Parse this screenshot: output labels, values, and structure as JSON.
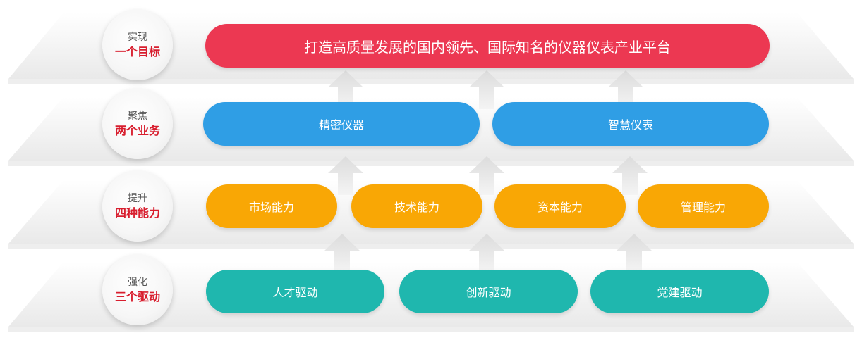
{
  "colors": {
    "goal": "#ec3852",
    "business": "#2f9ee5",
    "capability": "#f9a705",
    "driver": "#1fb7ae",
    "level_label_top": "#555555",
    "level_label_bottom": "#d81e2e"
  },
  "levels": [
    {
      "top": "实现",
      "bottom": "一个目标"
    },
    {
      "top": "聚焦",
      "bottom": "两个业务"
    },
    {
      "top": "提升",
      "bottom": "四种能力"
    },
    {
      "top": "强化",
      "bottom": "三个驱动"
    }
  ],
  "goal": {
    "label": "打造高质量发展的国内领先、国际知名的仪器仪表产业平台"
  },
  "businesses": [
    {
      "label": "精密仪器"
    },
    {
      "label": "智慧仪表"
    }
  ],
  "capabilities": [
    {
      "label": "市场能力"
    },
    {
      "label": "技术能力"
    },
    {
      "label": "资本能力"
    },
    {
      "label": "管理能力"
    }
  ],
  "drivers": [
    {
      "label": "人才驱动"
    },
    {
      "label": "创新驱动"
    },
    {
      "label": "党建驱动"
    }
  ]
}
